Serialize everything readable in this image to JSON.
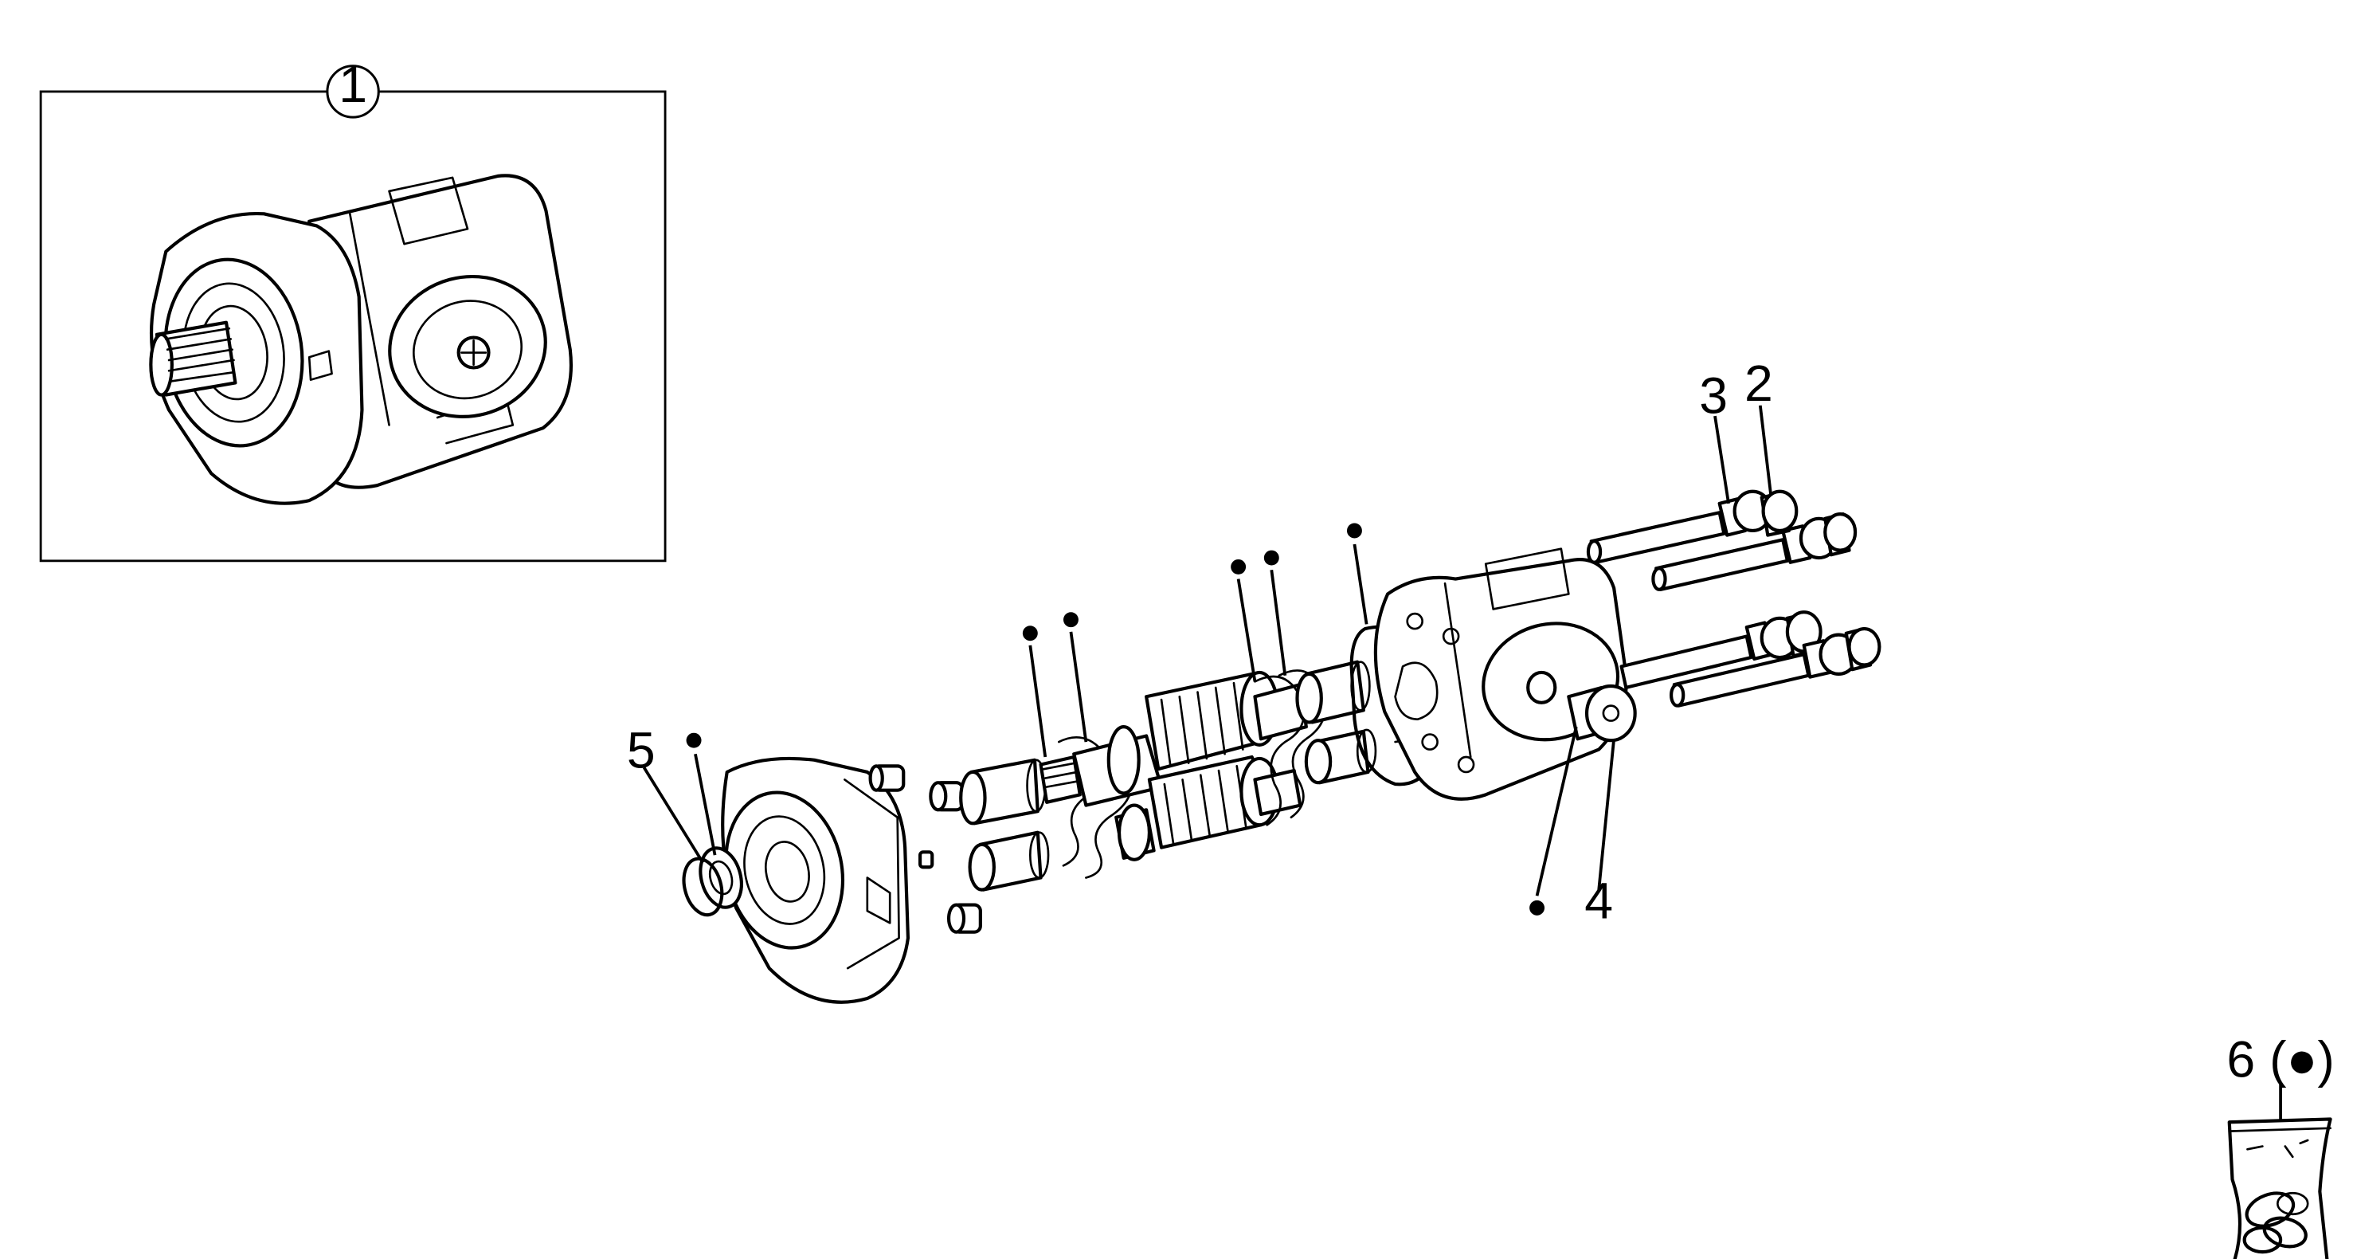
{
  "callouts": {
    "c1": "1",
    "c2": "2",
    "c3": "3",
    "c4": "4",
    "c5": "5",
    "c6": "6 (●)"
  },
  "marker_glyph": "●",
  "colors": {
    "line": "#000000",
    "background": "#ffffff"
  },
  "icons": [
    "assembled-pump-illustration",
    "seal-kit-bag-icon"
  ]
}
